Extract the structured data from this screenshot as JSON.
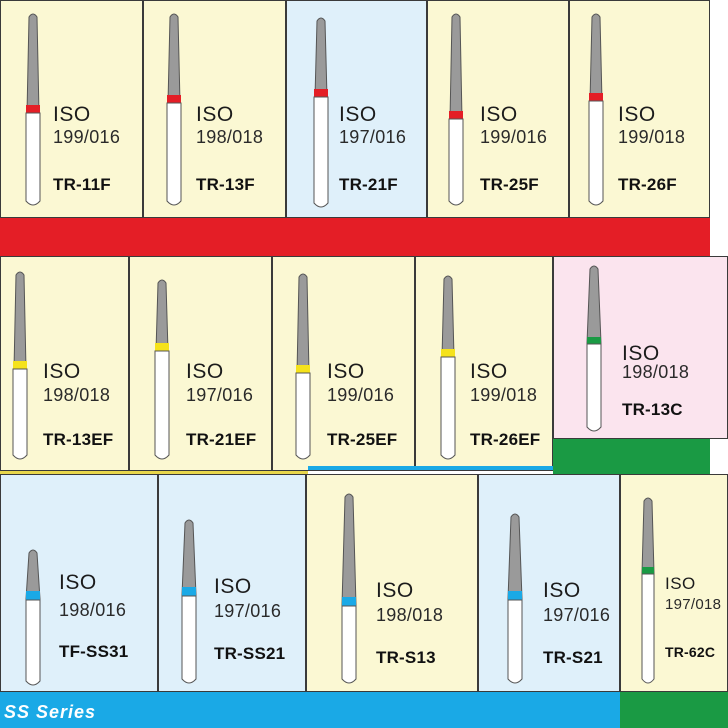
{
  "colors": {
    "cream": "#fbf8d3",
    "light_blue": "#dff0fa",
    "pink": "#fbe4ee",
    "red": "#e41e26",
    "yellow": "#f5e21b",
    "green": "#1a9a44",
    "blue": "#1aa9e6",
    "gray": "#9a9a9a"
  },
  "iso_label": "ISO",
  "rows": [
    {
      "band_color": "red",
      "items": [
        {
          "size": "199/016",
          "code": "TR-11F",
          "ring": "red"
        },
        {
          "size": "198/018",
          "code": "TR-13F",
          "ring": "red"
        },
        {
          "size": "197/016",
          "code": "TR-21F",
          "ring": "red"
        },
        {
          "size": "199/016",
          "code": "TR-25F",
          "ring": "red"
        },
        {
          "size": "199/018",
          "code": "TR-26F",
          "ring": "red"
        }
      ]
    },
    {
      "items": [
        {
          "size": "198/018",
          "code": "TR-13EF",
          "ring": "yellow"
        },
        {
          "size": "197/016",
          "code": "TR-21EF",
          "ring": "yellow"
        },
        {
          "size": "199/016",
          "code": "TR-25EF",
          "ring": "yellow"
        },
        {
          "size": "199/018",
          "code": "TR-26EF",
          "ring": "yellow"
        },
        {
          "size": "198/018",
          "code": "TR-13C",
          "ring": "green"
        }
      ]
    },
    {
      "items": [
        {
          "size": "198/016",
          "code": "TF-SS31",
          "ring": "blue"
        },
        {
          "size": "197/016",
          "code": "TR-SS21",
          "ring": "blue"
        },
        {
          "size": "198/018",
          "code": "TR-S13",
          "ring": "blue"
        },
        {
          "size": "197/016",
          "code": "TR-S21",
          "ring": "blue"
        },
        {
          "size": "197/018",
          "code": "TR-62C",
          "ring": "green"
        }
      ]
    }
  ],
  "series_label": "SS Series"
}
